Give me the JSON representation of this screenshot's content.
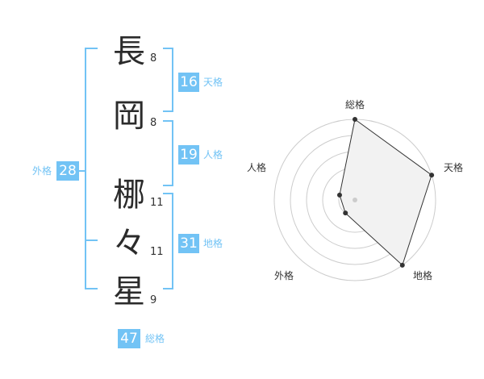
{
  "name": {
    "chars": [
      {
        "char": "長",
        "strokes": "8"
      },
      {
        "char": "岡",
        "strokes": "8"
      },
      {
        "char": "梛",
        "strokes": "11"
      },
      {
        "char": "々",
        "strokes": "11"
      },
      {
        "char": "星",
        "strokes": "9"
      }
    ]
  },
  "fortunes": {
    "tenkaku": {
      "value": "16",
      "label": "天格"
    },
    "jinkaku": {
      "value": "19",
      "label": "人格"
    },
    "chikaku": {
      "value": "31",
      "label": "地格"
    },
    "gaikaku": {
      "value": "28",
      "label": "外格"
    },
    "soukaku": {
      "value": "47",
      "label": "総格"
    }
  },
  "radar": {
    "axes": [
      "総格",
      "天格",
      "地格",
      "外格",
      "人格"
    ],
    "values": [
      5,
      5,
      5,
      1,
      1
    ],
    "max": 5
  },
  "colors": {
    "accent": "#72c3f5",
    "text": "#2b2b2b",
    "radar_fill": "#f2f2f2",
    "radar_line": "#333333",
    "ring": "#cccccc"
  }
}
